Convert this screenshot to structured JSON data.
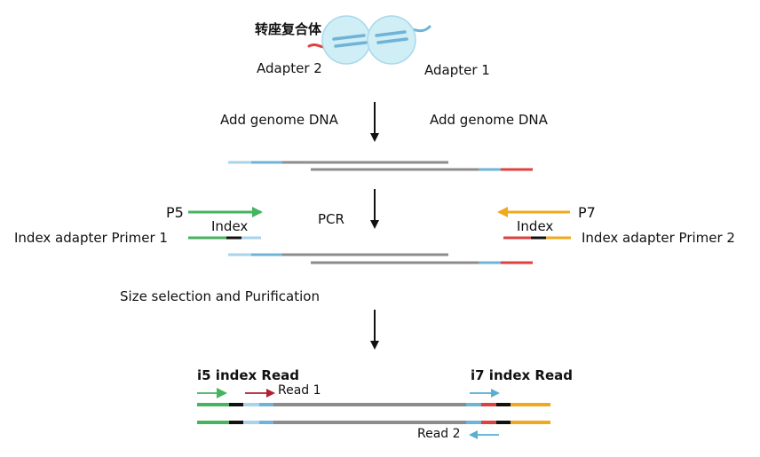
{
  "colors": {
    "light_blue": "#a8d3ea",
    "mid_blue": "#6fb3d6",
    "gray": "#8c8c8c",
    "red": "#e04040",
    "green": "#46b35f",
    "orange": "#f0a81c",
    "black": "#111111",
    "dark_red": "#b02233",
    "arrow_blue": "#5aaed0",
    "transposome_fill": "#cfeef6",
    "transposome_stroke": "#a9d8ea"
  },
  "labels": {
    "transposome": "转座复合体",
    "adapter2": "Adapter 2",
    "adapter1": "Adapter 1",
    "add_genome_left": "Add genome DNA",
    "add_genome_right": "Add genome DNA",
    "p5": "P5",
    "p7": "P7",
    "index_left": "Index",
    "index_right": "Index",
    "pcr": "PCR",
    "primer1": "Index adapter Primer 1",
    "primer2": "Index adapter Primer 2",
    "size_selection": "Size selection and Purification",
    "i5_read": "i5 index Read",
    "i7_read": "i7 index Read",
    "read1": "Read 1",
    "read2": "Read 2"
  }
}
